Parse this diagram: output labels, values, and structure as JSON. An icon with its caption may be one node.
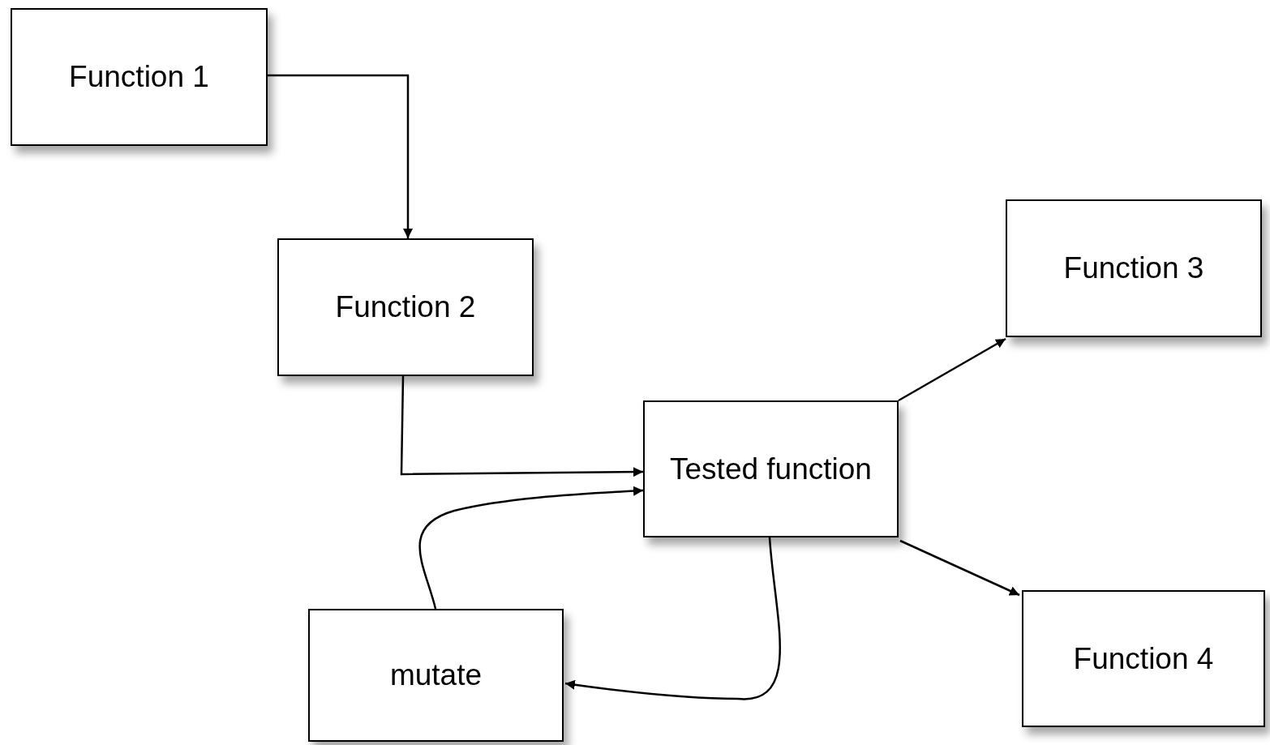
{
  "diagram": {
    "nodes": [
      {
        "text": [
          "Function 1"
        ]
      },
      {
        "text": [
          "Function 2"
        ]
      },
      {
        "text": [
          "Tested function"
        ]
      },
      {
        "text": [
          "Function 3"
        ]
      },
      {
        "text": [
          "Function 4"
        ]
      },
      {
        "text": [
          "mutate"
        ]
      }
    ],
    "edges": [
      {
        "from": 0,
        "to": 1,
        "arrow": "to"
      },
      {
        "from": 1,
        "to": 2,
        "arrow": "to"
      },
      {
        "from": 5,
        "to": 2,
        "arrow": "to"
      },
      {
        "from": 2,
        "to": 3,
        "arrow": "to"
      },
      {
        "from": 2,
        "to": 4,
        "arrow": "to"
      },
      {
        "from": 2,
        "to": 5,
        "arrow": "to"
      }
    ]
  }
}
